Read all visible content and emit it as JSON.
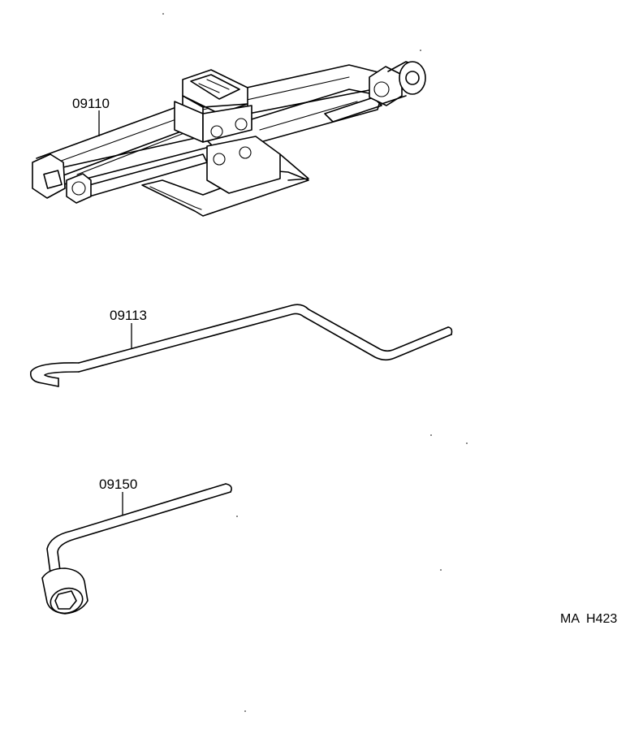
{
  "parts": [
    {
      "id": "jack",
      "number": "09110"
    },
    {
      "id": "jack-handle",
      "number": "09113"
    },
    {
      "id": "wheel-nut-wrench",
      "number": "09150"
    }
  ],
  "drawing_code": "MA  H423"
}
